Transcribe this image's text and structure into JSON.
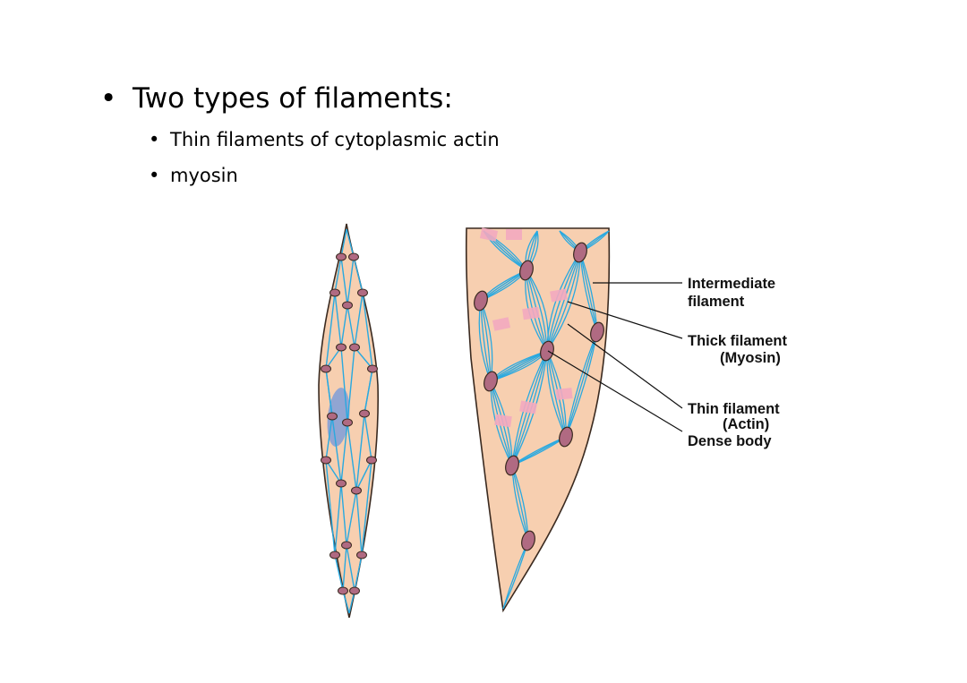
{
  "slide": {
    "heading": "Two types of filaments:",
    "sub_bullets": [
      "Thin filaments of cytoplasmic actin",
      "myosin"
    ]
  },
  "diagram": {
    "labels": {
      "intermediate_line1": "Intermediate",
      "intermediate_line2": "filament",
      "thick_line1": "Thick filament",
      "thick_line2": "(Myosin)",
      "thin_line1": "Thin filament",
      "thin_line2": "(Actin)",
      "dense": "Dense body"
    },
    "colors": {
      "cytoplasm": "#f7cfb0",
      "outline": "#3a2a20",
      "filament": "#29a9e0",
      "myosin": "#f2a8c0",
      "dense_body": "#b06a82",
      "nucleus": "#7f9ed8"
    }
  }
}
